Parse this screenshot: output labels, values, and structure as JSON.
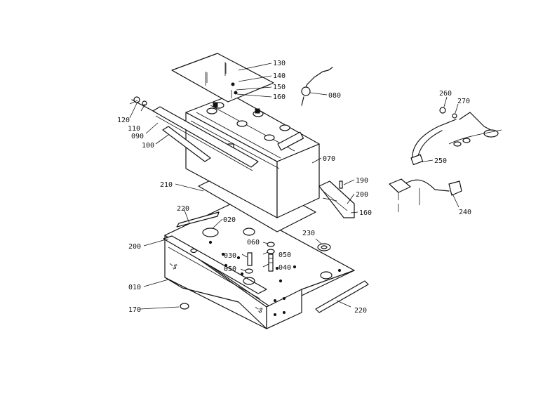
{
  "diagram": {
    "labels": {
      "p010": "010",
      "p020": "020",
      "p030": "030",
      "p040": "040",
      "p050a": "050",
      "p050b": "050",
      "p060": "060",
      "p070": "070",
      "p080": "080",
      "p090": "090",
      "p100": "100",
      "p110": "110",
      "p120": "120",
      "p130": "130",
      "p140": "140",
      "p150": "150",
      "p160a": "160",
      "p160b": "160",
      "p170": "170",
      "p190": "190",
      "p200a": "200",
      "p200b": "200",
      "p210": "210",
      "p220a": "220",
      "p220b": "220",
      "p230": "230",
      "p240": "240",
      "p250": "250",
      "p260": "260",
      "p270": "270"
    }
  }
}
